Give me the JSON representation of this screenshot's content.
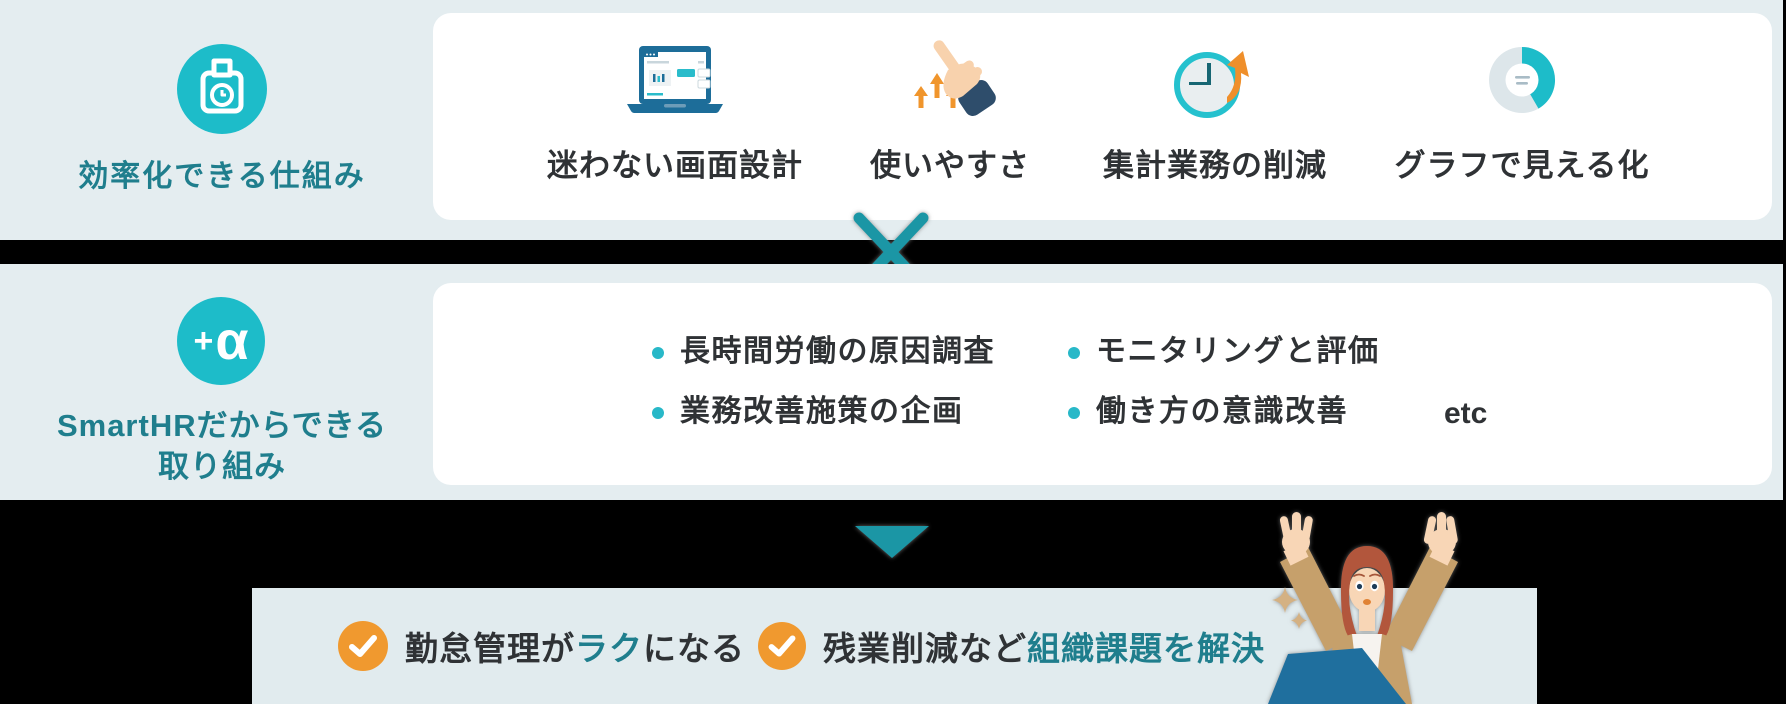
{
  "colors": {
    "outer_background": "#000000",
    "band_background": "#e4edf0",
    "card_background": "#ffffff",
    "teal_accent": "#1dbcc9",
    "teal_dark_text": "#1f7e8d",
    "teal_connector": "#1b96a5",
    "orange_accent": "#f0992f",
    "text_dark": "#2f3235"
  },
  "band1": {
    "icon": "time-clock-icon",
    "label": "効率化できる仕組み",
    "items": [
      {
        "icon": "laptop-dashboard-icon",
        "label": "迷わない画面設計"
      },
      {
        "icon": "pointing-hand-icon",
        "label": "使いやすさ"
      },
      {
        "icon": "clock-arrow-icon",
        "label": "集計業務の削減"
      },
      {
        "icon": "donut-chart-icon",
        "label": "グラフで見える化"
      }
    ]
  },
  "connectors": {
    "multiply_icon": "multiply-icon",
    "down_arrow_icon": "down-arrow-icon"
  },
  "band2": {
    "badge_plus": "+",
    "badge_alpha": "α",
    "heading_line1": "SmartHRだからできる",
    "heading_line2": "取り組み",
    "bullets_left": [
      "長時間労働の原因調査",
      "業務改善施策の企画"
    ],
    "bullets_right": [
      "モニタリングと評価",
      "働き方の意識改善"
    ],
    "etc_label": "etc"
  },
  "result": {
    "item1": {
      "prefix": "勤怠管理が",
      "highlight": "ラク",
      "suffix": "になる"
    },
    "item2": {
      "prefix": "残業削減など",
      "highlight": "組織課題を解決",
      "suffix": ""
    }
  }
}
